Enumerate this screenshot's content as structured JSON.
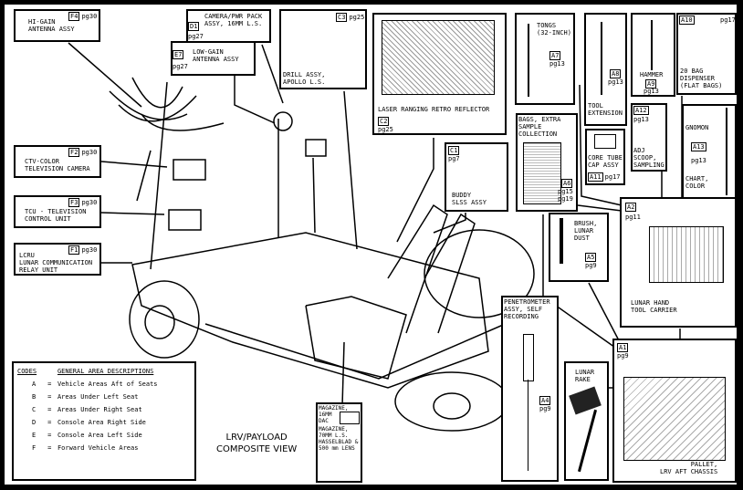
{
  "title": [
    "LRV/PAYLOAD",
    "COMPOSITE VIEW"
  ],
  "callouts": {
    "hi_gain": {
      "code": "F4",
      "page": "pg30",
      "label": "HI-GAIN\nANTENNA ASSY"
    },
    "camera_pwr": {
      "code": "D1",
      "page": "pg27",
      "label": "CAMERA/PWR PACK\nASSY, 16MM L.S."
    },
    "low_gain": {
      "code": "E7",
      "page": "pg27",
      "label": "LOW-GAIN\nANTENNA ASSY"
    },
    "drill": {
      "code": "C3",
      "page": "pg25",
      "label": "DRILL ASSY,\nAPOLLO L.S."
    },
    "ctv": {
      "code": "F2",
      "page": "pg30",
      "label": "CTV-COLOR\nTELEVISION CAMERA"
    },
    "tcu": {
      "code": "F3",
      "page": "pg30",
      "label": "TCU - TELEVISION\nCONTROL UNIT"
    },
    "lcru": {
      "code": "F1",
      "page": "pg30",
      "label": "LCRU\nLUNAR COMMUNICATION\nRELAY UNIT"
    },
    "laser": {
      "code": "C2",
      "page": "pg25",
      "label": "LASER RANGING RETRO REFLECTOR"
    },
    "buddy": {
      "code": "C1",
      "page": "pg7",
      "label": "BUDDY\nSLSS ASSY"
    },
    "tongs": {
      "code": "A7",
      "page": "pg13",
      "label": "TONGS\n(32-INCH)"
    },
    "tool_ext": {
      "code": "A8",
      "page": "pg13",
      "label": "TOOL\nEXTENSION"
    },
    "hammer": {
      "code": "A9",
      "page": "pg13",
      "label": "HAMMER"
    },
    "bag_dispenser": {
      "code": "A10",
      "page": "pg17",
      "label": "20 BAG\nDISPENSER\n(FLAT BAGS)"
    },
    "bags": {
      "code": "A6",
      "page": "pg15\npg19",
      "label": "BAGS, EXTRA\nSAMPLE\nCOLLECTION"
    },
    "core_tube": {
      "code": "A11",
      "page": "pg17",
      "label": "CORE TUBE\nCAP ASSY"
    },
    "scoop": {
      "code": "A12",
      "page": "pg13",
      "label": "ADJ\nSCOOP,\nSAMPLING"
    },
    "gnomon": {
      "code": "A13",
      "page": "pg13",
      "label": "GNOMON",
      "label2": "CHART,\nCOLOR"
    },
    "tool_carrier": {
      "code": "A2",
      "page": "pg11",
      "label": "LUNAR HAND\nTOOL CARRIER"
    },
    "brush": {
      "code": "A5",
      "page": "pg9",
      "label": "BRUSH,\nLUNAR\nDUST"
    },
    "penetrometer": {
      "code": "A4",
      "page": "pg9",
      "label": "PENETROMETER\nASSY, SELF\nRECORDING"
    },
    "rake": {
      "label": "LUNAR\nRAKE"
    },
    "pallet": {
      "code": "A1",
      "page": "pg9",
      "label": "PALLET,\nLRV AFT CHASSIS"
    },
    "magazine": {
      "label": "MAGAZINE,\n16MM\nDAC",
      "label2": "MAGAZINE,\n70MM L.S.\nHASSELBLAD &\n500 mm LENS"
    }
  },
  "codes_table": {
    "headers": [
      "CODES",
      "GENERAL AREA DESCRIPTIONS"
    ],
    "rows": [
      {
        "code": "A",
        "eq": "=",
        "desc": "Vehicle Areas Aft of Seats"
      },
      {
        "code": "B",
        "eq": "=",
        "desc": "Areas Under Left Seat"
      },
      {
        "code": "C",
        "eq": "=",
        "desc": "Areas Under Right Seat"
      },
      {
        "code": "D",
        "eq": "=",
        "desc": "Console Area Right Side"
      },
      {
        "code": "E",
        "eq": "=",
        "desc": "Console Area Left Side"
      },
      {
        "code": "F",
        "eq": "=",
        "desc": "Forward Vehicle Areas"
      }
    ]
  }
}
